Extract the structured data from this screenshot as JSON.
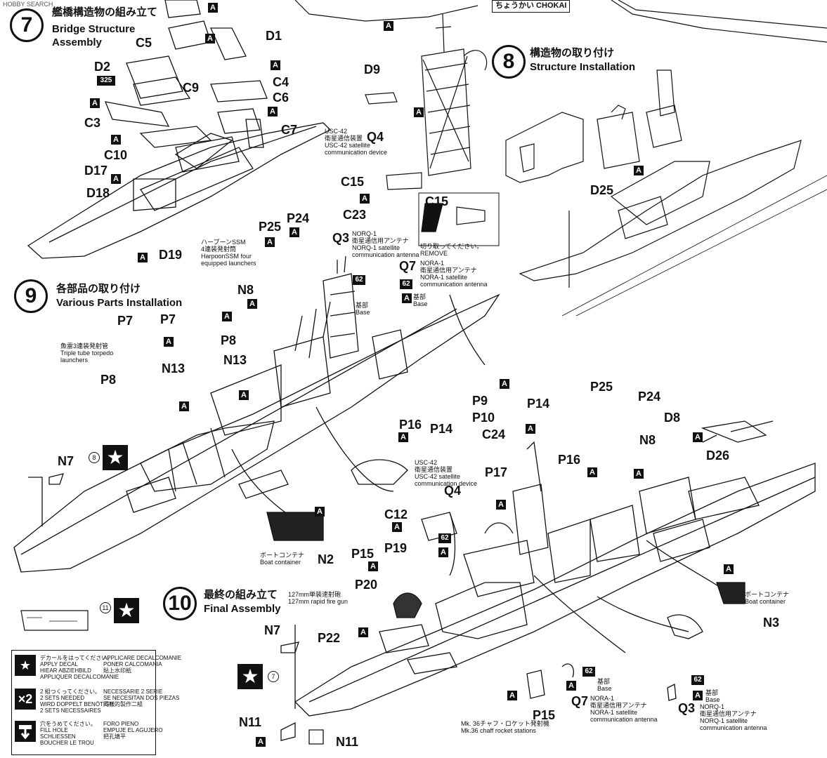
{
  "header": {
    "watermark": "HOBBY SEARCH",
    "ship_name": "ちょうかい CHOKAI"
  },
  "steps": [
    {
      "num": "7",
      "jp": "艦橋構造物の組み立て",
      "en": "Bridge Structure\nAssembly"
    },
    {
      "num": "8",
      "jp": "構造物の取り付け",
      "en": "Structure Installation"
    },
    {
      "num": "9",
      "jp": "各部品の取り付け",
      "en": "Various Parts Installation"
    },
    {
      "num": "10",
      "jp": "最終の組み立て",
      "en": "Final Assembly"
    }
  ],
  "parts": [
    "C5",
    "D1",
    "D2",
    "C4",
    "C9",
    "C6",
    "C3",
    "C7",
    "C10",
    "D17",
    "D18",
    "D19",
    "D9",
    "Q4",
    "C15",
    "C23",
    "C15",
    "D25",
    "P25",
    "P24",
    "Q3",
    "Q7",
    "N8",
    "P7",
    "P7",
    "P8",
    "P8",
    "N13",
    "N13",
    "N7",
    "N2",
    "P9",
    "P14",
    "P10",
    "P14",
    "C24",
    "P16",
    "P25",
    "P24",
    "D8",
    "N8",
    "D26",
    "P17",
    "Q4",
    "C12",
    "P16",
    "P19",
    "P15",
    "P20",
    "P22",
    "N7",
    "N3",
    "P15",
    "Q7",
    "Q3",
    "N11",
    "N11"
  ],
  "badges": {
    "a": "A",
    "b62": "62",
    "c325": "325",
    "star": "★",
    "x2": "×2"
  },
  "annotations": {
    "usc42": "USC-42\n衛星通信装置\nUSC-42 satellite\ncommunication device",
    "cut_remove": "切り取ってください。\nREMOVE",
    "harpoon": "ハープーンSSM\n4連装発射筒\nHarpoonSSM four\nequipped launchers",
    "norq1": "NORQ-1\n衛星通信用アンテナ\nNORQ-1 satellite\ncommunication antenna",
    "nora1": "NORA-1\n衛星通信用アンテナ\nNORA-1 satellite\ncommunication antenna",
    "base": "基部\nBase",
    "torpedo": "魚雷3連装発射管\nTriple tube torpedo\nlaunchers",
    "boat": "ボートコンテナ\nBoat container",
    "usc42b": "USC-42\n衛星通信装置\nUSC-42 satellite\ncommunication device",
    "gun": "127mm単装速射砲\n127mm rapid fire gun",
    "chaff": "Mk. 36チャフ・ロケット発射機\nMk.36 chaff rocket stations",
    "nora1b": "NORA-1\n衛星通信用アンテナ\nNORA-1 satellite\ncommunication antenna",
    "norq1b": "NORQ-1\n衛星通信用アンテナ\nNORQ-1 satellite\ncommunication antenna"
  },
  "refs": {
    "r8": "8",
    "r11": "11",
    "r7": "7"
  },
  "legend": {
    "decal": "デカールをはってください。\nAPPLY DECAL\nHIEAR ABZIEHBILD\nAPPLIQUER DECALCOMANIE",
    "decal2": "APPLICARE DECALCOMANIE\nPONER CALCOMANIA\n貼上水印紙",
    "sets": "2 組つくってください。\n2 SETS NEEDED\nWIRD DOPPELT BENÖTIGT\n2 SETS NECESSAIRES",
    "sets2": "NECESSARIE 2 SERIE\nSE NECESITAN DOS PIEZAS\n同樣的製作二組",
    "hole": "穴をうめてください。\nFILL HOLE\nSCHLIESSEN\nBOUCHER LE TROU",
    "hole2": "FORO PIENO\nEMPUJE EL AGUJERO\n把孔填平"
  }
}
